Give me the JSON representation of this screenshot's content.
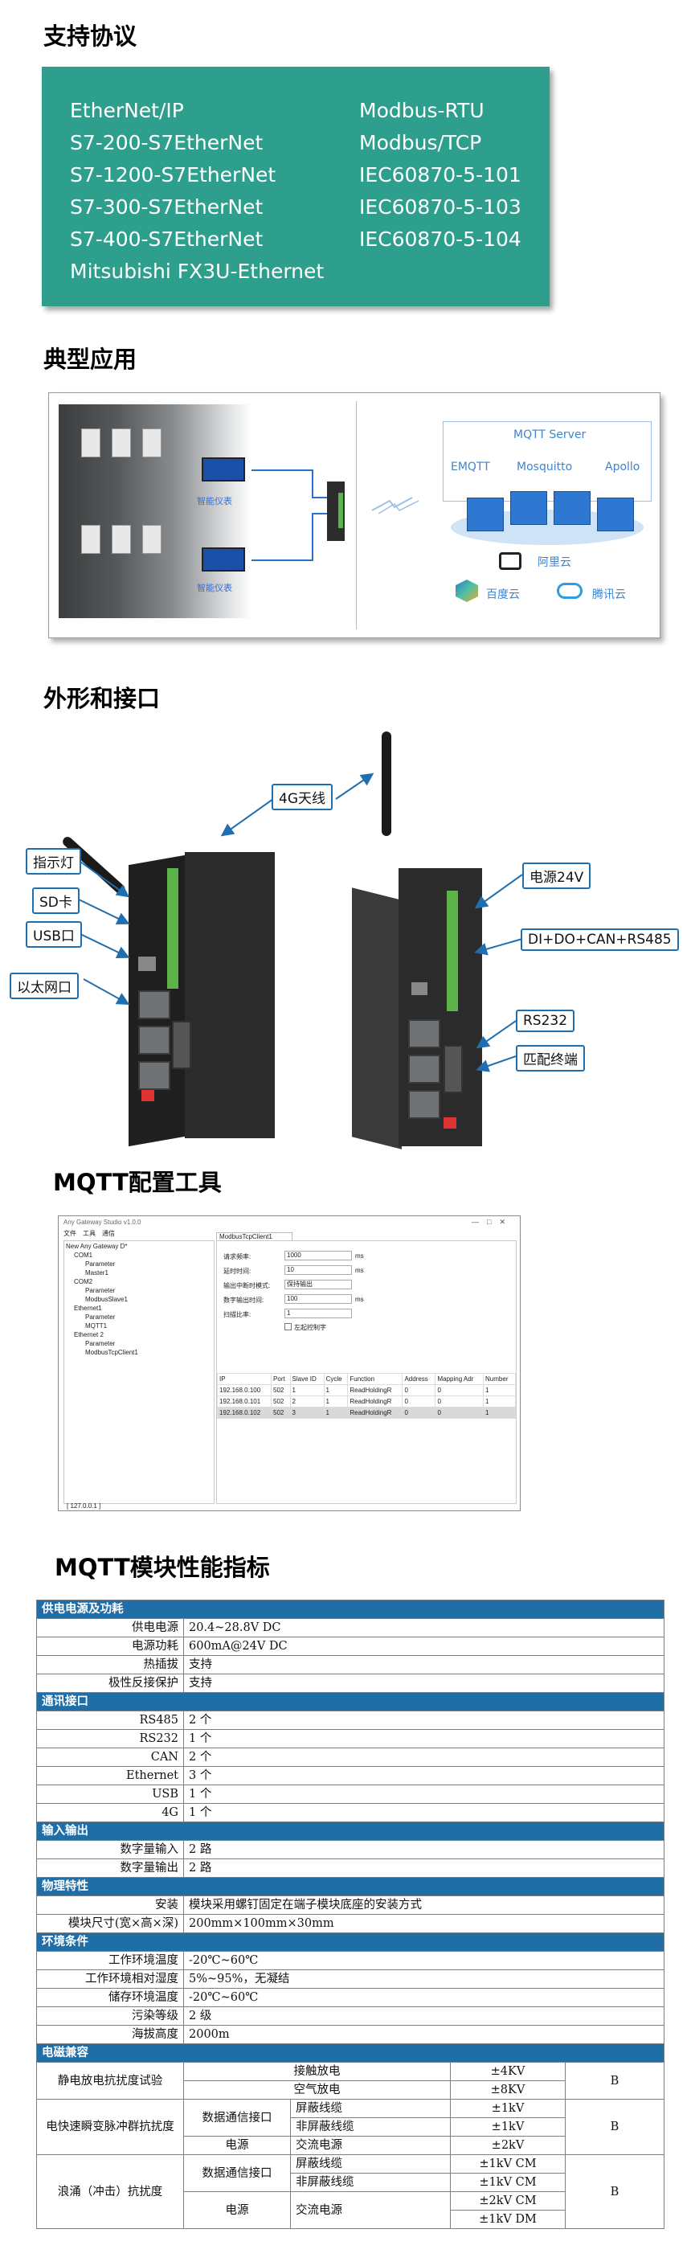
{
  "sections": {
    "protocols_title": "支持协议",
    "application_title": "典型应用",
    "appearance_title": "外形和接口",
    "config_title": "MQTT配置工具",
    "specs_title": "MQTT模块性能指标"
  },
  "protocols": {
    "left": [
      "EtherNet/IP",
      "S7-200-S7EtherNet",
      "S7-1200-S7EtherNet",
      "S7-300-S7EtherNet",
      "S7-400-S7EtherNet",
      "Mitsubishi FX3U-Ethernet"
    ],
    "right": [
      "Modbus-RTU",
      "Modbus/TCP",
      "IEC60870-5-101",
      "IEC60870-5-103",
      "IEC60870-5-104"
    ]
  },
  "application": {
    "card_label_1": "智能仪表",
    "card_label_2": "智能仪表",
    "mqtt_server": "MQTT Server",
    "brokers": [
      "EMQTT",
      "Mosquitto",
      "Apollo"
    ],
    "clouds": [
      "阿里云",
      "百度云",
      "腾讯云"
    ]
  },
  "appearance": {
    "callouts": {
      "antenna": "4G天线",
      "indicator": "指示灯",
      "sd": "SD卡",
      "usb": "USB口",
      "ethernet": "以太网口",
      "power": "电源24V",
      "io": "DI+DO+CAN+RS485",
      "rs232": "RS232",
      "termination": "匹配终端"
    }
  },
  "config_tool": {
    "window_title": "Any Gateway Studio v1.0.0",
    "menu": [
      "文件",
      "工具",
      "通信"
    ],
    "tab": "ModbusTcpClient1",
    "tree": [
      "New Any Gateway D*",
      "COM1",
      "Parameter",
      "Master1",
      "COM2",
      "Parameter",
      "ModbusSlave1",
      "Ethernet1",
      "Parameter",
      "MQTT1",
      "Ethernet 2",
      "Parameter",
      "ModbusTcpClient1"
    ],
    "fields": [
      {
        "label": "请求频率:",
        "value": "1000",
        "unit": "ms"
      },
      {
        "label": "延时时间:",
        "value": "10",
        "unit": "ms"
      },
      {
        "label": "输出中断时模式:",
        "value": "保持输出",
        "unit": ""
      },
      {
        "label": "数字输出时间:",
        "value": "100",
        "unit": "ms"
      },
      {
        "label": "扫描比率:",
        "value": "1",
        "unit": ""
      }
    ],
    "checkbox": "左起控制字",
    "columns": [
      "IP",
      "Port",
      "Slave ID",
      "Cycle",
      "Function",
      "Address",
      "Mapping Adr",
      "Number"
    ],
    "rows": [
      [
        "192.168.0.100",
        "502",
        "1",
        "1",
        "ReadHoldingR",
        "0",
        "0",
        "1"
      ],
      [
        "192.168.0.101",
        "502",
        "2",
        "1",
        "ReadHoldingR",
        "0",
        "0",
        "1"
      ],
      [
        "192.168.0.102",
        "502",
        "3",
        "1",
        "ReadHoldingR",
        "0",
        "0",
        "1"
      ]
    ],
    "status": "[ 127.0.0.1 ]"
  },
  "specs": {
    "power": {
      "title": "供电电源及功耗",
      "rows": [
        [
          "供电电源",
          "20.4~28.8V DC"
        ],
        [
          "电源功耗",
          "600mA@24V DC"
        ],
        [
          "热插拔",
          "支持"
        ],
        [
          "极性反接保护",
          "支持"
        ]
      ]
    },
    "comm": {
      "title": "通讯接口",
      "rows": [
        [
          "RS485",
          "2 个"
        ],
        [
          "RS232",
          "1 个"
        ],
        [
          "CAN",
          "2 个"
        ],
        [
          "Ethernet",
          "3 个"
        ],
        [
          "USB",
          "1 个"
        ],
        [
          "4G",
          "1 个"
        ]
      ]
    },
    "io": {
      "title": "输入输出",
      "rows": [
        [
          "数字量输入",
          "2 路"
        ],
        [
          "数字量输出",
          "2 路"
        ]
      ]
    },
    "physical": {
      "title": "物理特性",
      "rows": [
        [
          "安装",
          "模块采用螺钉固定在端子模块底座的安装方式"
        ],
        [
          "模块尺寸(宽×高×深)",
          "200mm×100mm×30mm"
        ]
      ]
    },
    "env": {
      "title": "环境条件",
      "rows": [
        [
          "工作环境温度",
          "-20℃~60℃"
        ],
        [
          "工作环境相对湿度",
          "5%~95%，无凝结"
        ],
        [
          "储存环境温度",
          "-20℃~60℃"
        ],
        [
          "污染等级",
          "2 级"
        ],
        [
          "海拔高度",
          "2000m"
        ]
      ]
    },
    "emc": {
      "title": "电磁兼容",
      "esd_label": "静电放电抗扰度试验",
      "esd_contact": "接触放电",
      "esd_contact_val": "±4KV",
      "esd_air": "空气放电",
      "esd_air_val": "±8KV",
      "esd_grade": "B",
      "eft_label": "电快速瞬变脉冲群抗扰度",
      "eft_comm": "数据通信接口",
      "eft_shield": "屏蔽线缆",
      "eft_shield_val": "±1kV",
      "eft_unshield": "非屏蔽线缆",
      "eft_unshield_val": "±1kV",
      "eft_power": "电源",
      "eft_ac": "交流电源",
      "eft_ac_val": "±2kV",
      "eft_grade": "B",
      "surge_label": "浪涌（冲击）抗扰度",
      "surge_comm": "数据通信接口",
      "surge_shield": "屏蔽线缆",
      "surge_shield_val": "±1kV CM",
      "surge_unshield": "非屏蔽线缆",
      "surge_unshield_val": "±1kV CM",
      "surge_power": "电源",
      "surge_ac": "交流电源",
      "surge_ac_val1": "±2kV CM",
      "surge_ac_val2": "±1kV DM",
      "surge_grade": "B"
    }
  }
}
